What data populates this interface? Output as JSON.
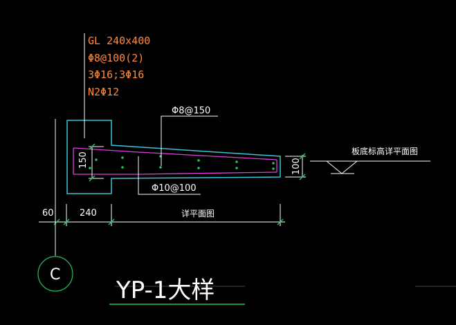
{
  "beam_note": {
    "line1": "GL 240x400",
    "line2": "Φ8@100(2)",
    "line3": "3Φ16;3Φ16",
    "line4": "N2Φ12"
  },
  "rebar_top": "Φ8@150",
  "rebar_bottom": "Φ10@100",
  "slab_thickness": "150",
  "edge_height": "100",
  "elevation_note": "板底标高详平面图",
  "dimensions": {
    "left_offset": "60",
    "beam_width": "240",
    "span_note": "详平面图"
  },
  "axis_label": "C",
  "detail_title": "YP-1大样",
  "colors": {
    "background": "#000000",
    "concrete_outline": "#39c6d6",
    "rebar": "#e040e0",
    "leader": "#22c55e",
    "note_text": "#ff8a3d"
  }
}
